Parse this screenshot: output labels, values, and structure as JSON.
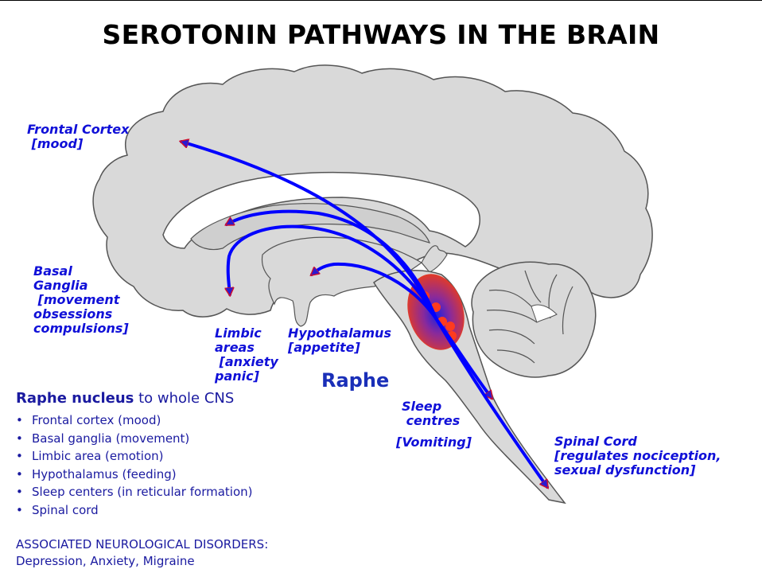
{
  "title": "SEROTONIN PATHWAYS IN THE BRAIN",
  "labels": {
    "frontal_cortex": "Frontal Cortex\n [mood]",
    "basal_ganglia": "Basal\nGanglia\n [movement\nobsessions\ncompulsions]",
    "limbic": "Limbic\nareas\n [anxiety\npanic]",
    "hypothalamus": "Hypothalamus\n[appetite]",
    "raphe": "Raphe",
    "sleep": "Sleep\n centres",
    "vomiting": "[Vomiting]",
    "spinal_cord": "Spinal Cord\n[regulates nociception,\nsexual dysfunction]"
  },
  "summary": {
    "head_bold": "Raphe nucleus",
    "head_rest": " to whole CNS",
    "items": [
      "Frontal cortex (mood)",
      "Basal ganglia (movement)",
      "Limbic area (emotion)",
      "Hypothalamus (feeding)",
      "Sleep centers (in reticular formation)",
      "Spinal cord"
    ]
  },
  "disorders": {
    "heading": "ASSOCIATED NEUROLOGICAL DISORDERS:",
    "list": "Depression, Anxiety, Migraine"
  },
  "colors": {
    "pathway": "#0000ff",
    "arrowhead": "#c8102e",
    "brain_fill": "#d9d9d9",
    "raphe_fill": "#d33a2c",
    "label_text": "#1010d8"
  }
}
